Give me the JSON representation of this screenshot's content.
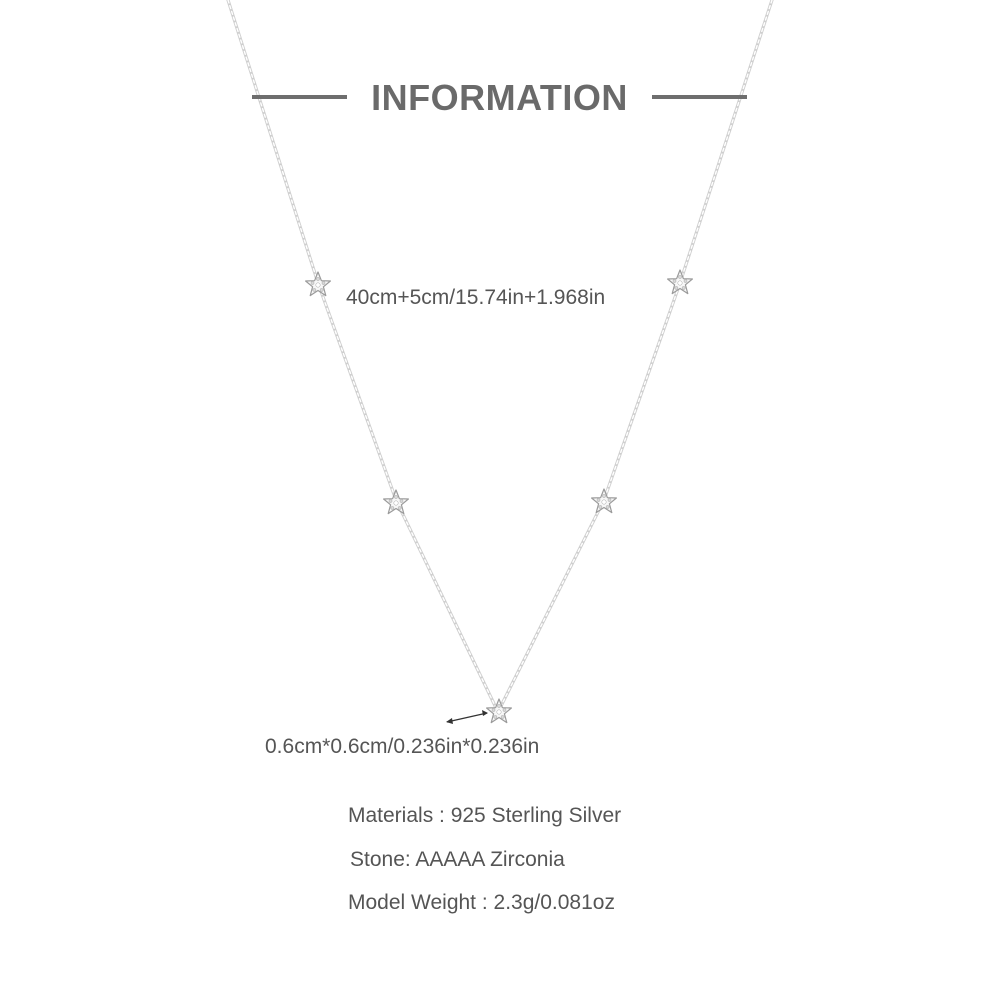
{
  "header": {
    "title": "INFORMATION"
  },
  "measurements": {
    "chain_length": "40cm+5cm/15.74in+1.968in",
    "pendant_size": "0.6cm*0.6cm/0.236in*0.236in"
  },
  "specs": {
    "materials": "Materials : 925 Sterling Silver",
    "stone": "Stone: AAAAA Zirconia",
    "weight": "Model Weight : 2.3g/0.081oz"
  },
  "colors": {
    "text": "#555555",
    "title": "#6a6a6a",
    "chain": "#c9c9c9",
    "background": "#ffffff"
  },
  "icons": {
    "pendant": "star-icon",
    "measure_arrow": "double-arrow-icon"
  }
}
